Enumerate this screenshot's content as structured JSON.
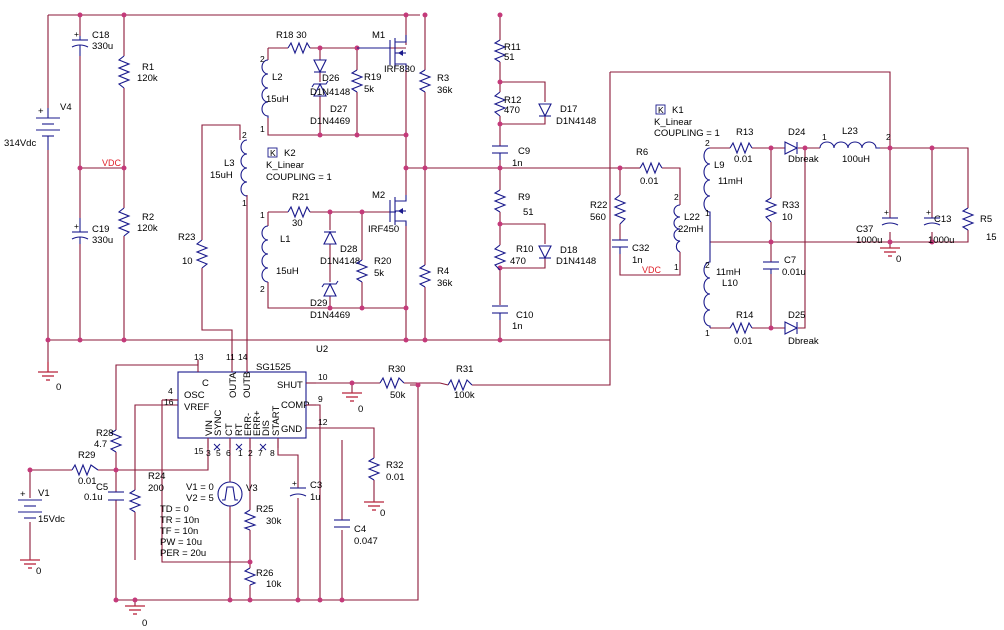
{
  "sources": {
    "V4": {
      "name": "V4",
      "value": "314Vdc"
    },
    "V1": {
      "name": "V1",
      "value": "15Vdc"
    },
    "V3": {
      "name": "V3",
      "params": [
        "V1 = 0",
        "V2 = 5",
        "TD = 0",
        "TR = 10n",
        "TF = 10n",
        "PW = 10u",
        "PER = 20u"
      ]
    }
  },
  "ic": {
    "name": "U2",
    "part": "SG1525",
    "pins_left": [
      "OSC",
      "VREF"
    ],
    "pins_top": [
      "C",
      "OUTA",
      "OUTB"
    ],
    "pins_right": [
      "SHUT",
      "COMP",
      "GND"
    ],
    "pins_bottom": [
      "VIN",
      "SYNC",
      "CT",
      "RT",
      "ERR-",
      "ERR+",
      "DIS",
      "START"
    ],
    "pin_numbers": [
      "13",
      "11",
      "14",
      "4",
      "16",
      "15",
      "10",
      "9",
      "12",
      "3",
      "5",
      "6",
      "1",
      "2",
      "7",
      "8"
    ]
  },
  "transistors": {
    "M1": {
      "name": "M1",
      "part": "IRF830"
    },
    "M2": {
      "name": "M2",
      "part": "IRF450"
    }
  },
  "couplings": {
    "K2": {
      "name": "K2",
      "model": "K_Linear",
      "coupling": "COUPLING = 1"
    },
    "K1": {
      "name": "K1",
      "model": "K_Linear",
      "coupling": "COUPLING = 1"
    }
  },
  "components": {
    "C18": {
      "name": "C18",
      "value": "330u"
    },
    "C19": {
      "name": "C19",
      "value": "330u"
    },
    "R1": {
      "name": "R1",
      "value": "120k"
    },
    "R2": {
      "name": "R2",
      "value": "120k"
    },
    "R18": {
      "name": "R18 30"
    },
    "D26": {
      "name": "D26",
      "value": "D1N4148"
    },
    "R19": {
      "name": "R19",
      "value": "5k"
    },
    "D27": {
      "name": "D27",
      "value": "D1N4469"
    },
    "L2": {
      "name": "L2",
      "value": "15uH"
    },
    "L3": {
      "name": "L3",
      "value": "15uH"
    },
    "R23": {
      "name": "R23",
      "value": "10"
    },
    "R21": {
      "name": "R21",
      "value": "30"
    },
    "L1": {
      "name": "L1",
      "value": "15uH"
    },
    "D28": {
      "name": "D28",
      "value": "D1N4148"
    },
    "R20": {
      "name": "R20",
      "value": "5k"
    },
    "D29": {
      "name": "D29",
      "value": "D1N4469"
    },
    "R3": {
      "name": "R3",
      "value": "36k"
    },
    "R4": {
      "name": "R4",
      "value": "36k"
    },
    "R11": {
      "name": "R11",
      "value": "51"
    },
    "R12": {
      "name": "R12",
      "value": "470"
    },
    "D17": {
      "name": "D17",
      "value": "D1N4148"
    },
    "C9": {
      "name": "C9",
      "value": "1n"
    },
    "R9": {
      "name": "R9",
      "value": "51"
    },
    "R10": {
      "name": "R10",
      "value": "470"
    },
    "D18": {
      "name": "D18",
      "value": "D1N4148"
    },
    "C10": {
      "name": "C10",
      "value": "1n"
    },
    "R6": {
      "name": "R6",
      "value": "0.01"
    },
    "R22": {
      "name": "R22",
      "value": "560"
    },
    "C32": {
      "name": "C32",
      "value": "1n"
    },
    "L22": {
      "name": "L22",
      "value": "22mH"
    },
    "L9": {
      "name": "L9",
      "value": "11mH"
    },
    "L10": {
      "name": "L10",
      "value": "11mH"
    },
    "R13": {
      "name": "R13",
      "value": "0.01"
    },
    "R14": {
      "name": "R14",
      "value": "0.01"
    },
    "D24": {
      "name": "D24",
      "value": "Dbreak"
    },
    "D25": {
      "name": "D25",
      "value": "Dbreak"
    },
    "R33": {
      "name": "R33",
      "value": "10"
    },
    "C7": {
      "name": "C7",
      "value": "0.01u"
    },
    "L23": {
      "name": "L23",
      "value": "100uH"
    },
    "C37": {
      "name": "C37",
      "value": "1000u"
    },
    "C13": {
      "name": "C13",
      "value": "1000u"
    },
    "R5": {
      "name": "R5",
      "value": "15"
    },
    "R30": {
      "name": "R30",
      "value": "50k"
    },
    "R31": {
      "name": "R31",
      "value": "100k"
    },
    "R32": {
      "name": "R32",
      "value": "0.01"
    },
    "R28": {
      "name": "R28",
      "value": "4.7"
    },
    "R29": {
      "name": "R29",
      "value": "0.01"
    },
    "C5": {
      "name": "C5",
      "value": "0.1u"
    },
    "R24": {
      "name": "R24",
      "value": "200"
    },
    "R25": {
      "name": "R25",
      "value": "30k"
    },
    "R26": {
      "name": "R26",
      "value": "10k"
    },
    "C3": {
      "name": "C3",
      "value": "1u"
    },
    "C4": {
      "name": "C4",
      "value": "0.047"
    }
  },
  "nets": {
    "vdc": "VDC"
  },
  "ground_label": "0",
  "pin_marks": {
    "p1": "1",
    "p2": "2"
  },
  "colors": {
    "wire": "#8b1a3a",
    "component": "#1a1a8c",
    "junction": "#c43a7a",
    "net_label": "#e0202a",
    "ground": "#b8243c"
  }
}
